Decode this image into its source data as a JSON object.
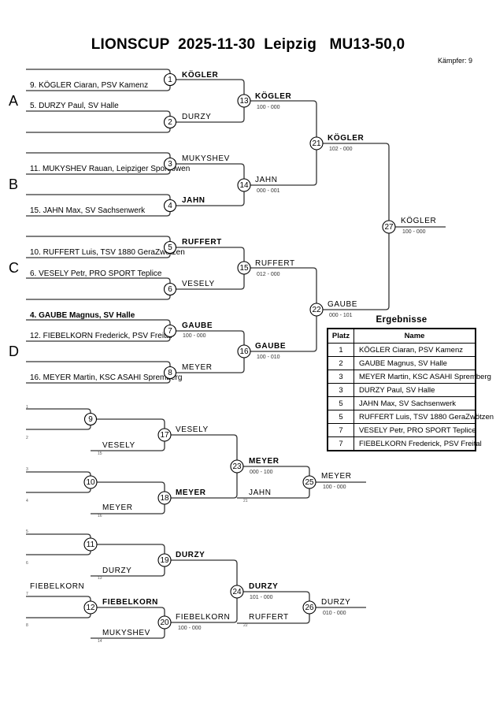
{
  "header": {
    "title": "LIONSCUP  2025-11-30  Leipzig   MU13-50,0",
    "fighter_count": "Kämpfer: 9"
  },
  "pools": [
    "A",
    "B",
    "C",
    "D"
  ],
  "entries": [
    {
      "id": "e1",
      "text": "9. KÖGLER Ciaran, PSV Kamenz"
    },
    {
      "id": "e2",
      "text": "5. DURZY Paul, SV Halle"
    },
    {
      "id": "e3",
      "text": "11. MUKYSHEV Rauan, Leipziger Sportlöwen"
    },
    {
      "id": "e4",
      "text": "15. JAHN Max, SV Sachsenwerk"
    },
    {
      "id": "e5",
      "text": "10. RUFFERT Luis, TSV 1880 GeraZwötzen"
    },
    {
      "id": "e6",
      "text": "6. VESELY Petr, PRO SPORT Teplice"
    },
    {
      "id": "e7",
      "text": "4. GAUBE Magnus, SV Halle"
    },
    {
      "id": "e8",
      "text": "12. FIEBELKORN Frederick, PSV Freital"
    },
    {
      "id": "e9",
      "text": "16. MEYER Martin, KSC ASAHI Spremberg"
    }
  ],
  "matches": [
    {
      "no": "1",
      "winner": "KÖGLER",
      "score": ""
    },
    {
      "no": "2",
      "winner": "DURZY",
      "score": ""
    },
    {
      "no": "3",
      "winner": "MUKYSHEV",
      "score": ""
    },
    {
      "no": "4",
      "winner": "JAHN",
      "score": ""
    },
    {
      "no": "5",
      "winner": "RUFFERT",
      "score": ""
    },
    {
      "no": "6",
      "winner": "VESELY",
      "score": ""
    },
    {
      "no": "7",
      "winner": "GAUBE",
      "score": "100 - 000"
    },
    {
      "no": "8",
      "winner": "MEYER",
      "score": ""
    },
    {
      "no": "9",
      "winner": "",
      "score": ""
    },
    {
      "no": "10",
      "winner": "",
      "score": ""
    },
    {
      "no": "11",
      "winner": "",
      "score": ""
    },
    {
      "no": "12",
      "winner": "FIEBELKORN",
      "score": ""
    },
    {
      "no": "13",
      "winner": "KÖGLER",
      "score": "100 - 000"
    },
    {
      "no": "14",
      "winner": "JAHN",
      "score": "000 - 001"
    },
    {
      "no": "15",
      "winner": "RUFFERT",
      "score": "012 - 000"
    },
    {
      "no": "16",
      "winner": "GAUBE",
      "score": "100 - 010"
    },
    {
      "no": "17",
      "winner": "VESELY",
      "score": ""
    },
    {
      "no": "18",
      "winner": "MEYER",
      "score": ""
    },
    {
      "no": "19",
      "winner": "DURZY",
      "score": ""
    },
    {
      "no": "20",
      "winner": "FIEBELKORN",
      "score": "100 - 000"
    },
    {
      "no": "21",
      "winner": "KÖGLER",
      "score": "102 - 000"
    },
    {
      "no": "22",
      "winner": "GAUBE",
      "score": "000 - 101"
    },
    {
      "no": "23",
      "winner": "MEYER",
      "score": "000 - 100"
    },
    {
      "no": "24",
      "winner": "DURZY",
      "score": "101 - 000"
    },
    {
      "no": "25",
      "winner": "MEYER",
      "score": "100 - 000"
    },
    {
      "no": "26",
      "winner": "DURZY",
      "score": "010 - 000"
    },
    {
      "no": "27",
      "winner": "KÖGLER",
      "score": "100 - 000"
    }
  ],
  "repechage": {
    "slot_labels": [
      "1",
      "2",
      "3",
      "4",
      "5",
      "6",
      "7",
      "8"
    ],
    "seed_labels": {
      "m15": "15",
      "m16": "16",
      "m13": "13",
      "m14": "14",
      "m21": "21",
      "m22": "22"
    },
    "entrants": {
      "from15": "VESELY",
      "from16": "MEYER",
      "from13": "DURZY",
      "from14": "MUKYSHEV",
      "slot7": "FIEBELKORN",
      "from21": "JAHN",
      "from22": "RUFFERT"
    }
  },
  "results": {
    "title": "Ergebnisse",
    "headers": {
      "place": "Platz",
      "name": "Name"
    },
    "rows": [
      {
        "place": "1",
        "name": "KÖGLER Ciaran, PSV Kamenz"
      },
      {
        "place": "2",
        "name": "GAUBE Magnus, SV Halle"
      },
      {
        "place": "3",
        "name": "MEYER Martin, KSC ASAHI Spremberg"
      },
      {
        "place": "3",
        "name": "DURZY Paul, SV Halle"
      },
      {
        "place": "5",
        "name": "JAHN Max, SV Sachsenwerk"
      },
      {
        "place": "5",
        "name": "RUFFERT Luis, TSV 1880 GeraZwötzen"
      },
      {
        "place": "7",
        "name": "VESELY Petr, PRO SPORT Teplice"
      },
      {
        "place": "7",
        "name": "FIEBELKORN Frederick, PSV Freital"
      }
    ]
  }
}
